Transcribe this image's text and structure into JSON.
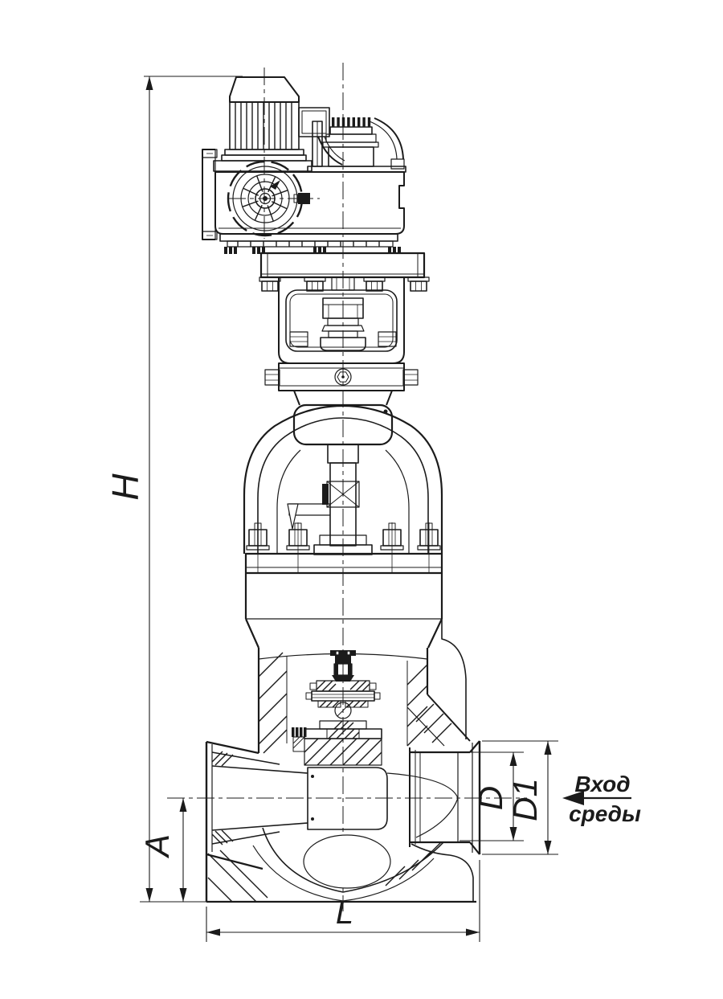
{
  "palette": {
    "background": "#ffffff",
    "ink": "#1b1b1b"
  },
  "dimension_labels": {
    "overall_height": "H",
    "axis_to_base": "A",
    "bore_diameter": "D",
    "outer_diameter": "D1",
    "overall_length": "L"
  },
  "flow_direction": {
    "line1": "Вход",
    "line2": "среды"
  }
}
